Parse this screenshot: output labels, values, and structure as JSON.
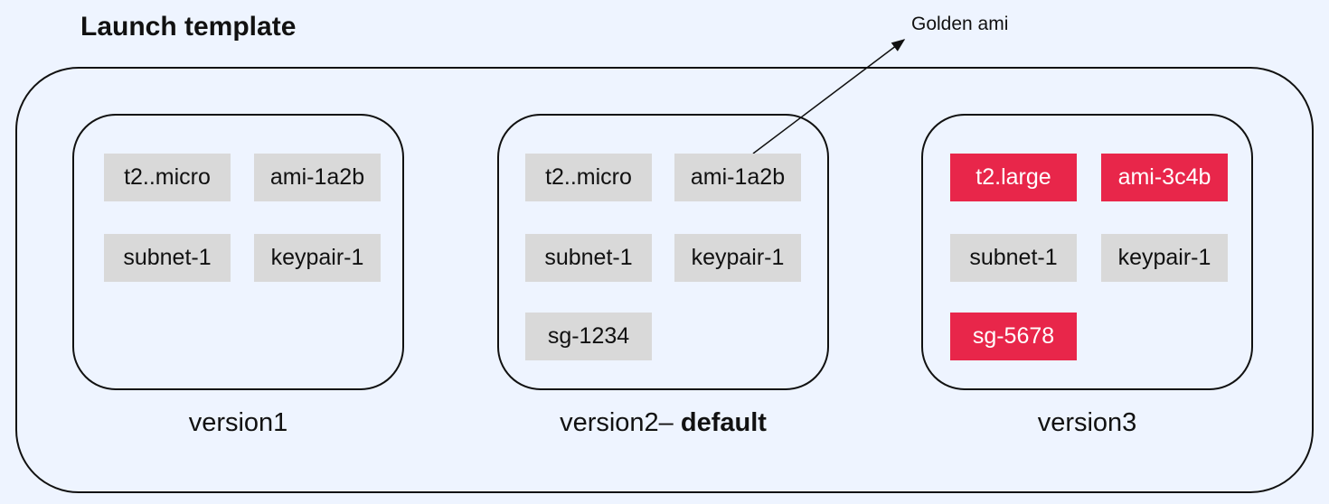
{
  "title": "Launch template",
  "annotation": "Golden ami",
  "colors": {
    "background": "#eef4ff",
    "chip_default": "#d9d9d9",
    "chip_changed": "#e8264a"
  },
  "versions": [
    {
      "label": "version1",
      "chips": {
        "instance_type": "t2..micro",
        "ami": "ami-1a2b",
        "subnet": "subnet-1",
        "keypair": "keypair-1"
      }
    },
    {
      "label_prefix": "version2– ",
      "label_suffix": "default",
      "chips": {
        "instance_type": "t2..micro",
        "ami": "ami-1a2b",
        "subnet": "subnet-1",
        "keypair": "keypair-1",
        "security_group": "sg-1234"
      }
    },
    {
      "label": "version3",
      "changed_fields": [
        "instance_type",
        "ami",
        "security_group"
      ],
      "chips": {
        "instance_type": "t2.large",
        "ami": "ami-3c4b",
        "subnet": "subnet-1",
        "keypair": "keypair-1",
        "security_group": "sg-5678"
      }
    }
  ]
}
